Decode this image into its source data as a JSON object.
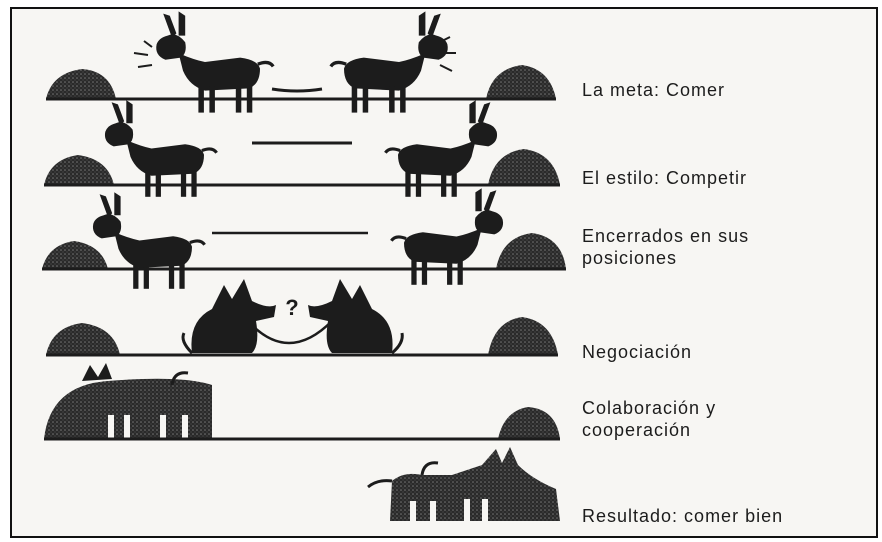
{
  "panels": [
    {
      "caption": [
        "La meta: Comer"
      ]
    },
    {
      "caption": [
        "El estilo: Competir"
      ]
    },
    {
      "caption": [
        "Encerrados en sus",
        "posiciones"
      ]
    },
    {
      "caption": [
        "Negociación"
      ],
      "symbol": "?"
    },
    {
      "caption": [
        "Colaboración y",
        "cooperación"
      ]
    },
    {
      "caption": [
        "Resultado: comer bien"
      ]
    }
  ],
  "colors": {
    "ink": "#1c1c1c",
    "paper": "#f7f6f3"
  }
}
